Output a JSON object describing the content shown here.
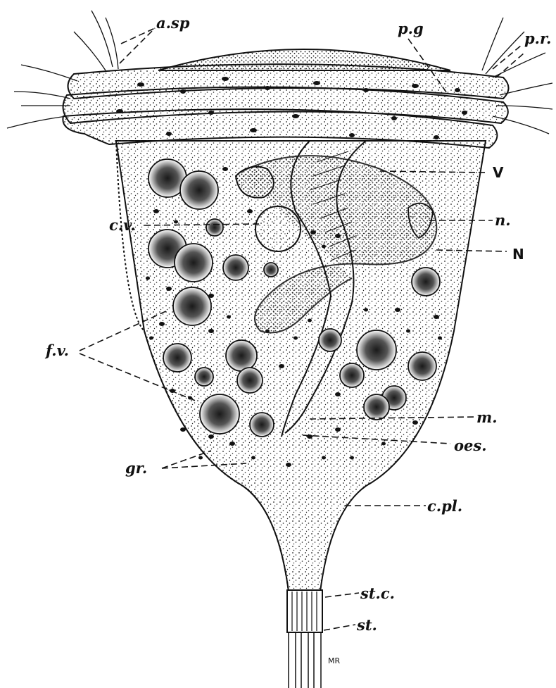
{
  "figure": {
    "labels": {
      "a_sp": "a.sp",
      "p_g": "p.g",
      "p_r": "p.r.",
      "V": "V",
      "c_v": "c.v.",
      "n": "n.",
      "N": "N",
      "f_v": "f.v.",
      "m": "m.",
      "oes": "oes.",
      "gr": "gr.",
      "c_pl": "c.pl.",
      "st_c": "st.c.",
      "st": "st."
    },
    "signature": "MR"
  }
}
